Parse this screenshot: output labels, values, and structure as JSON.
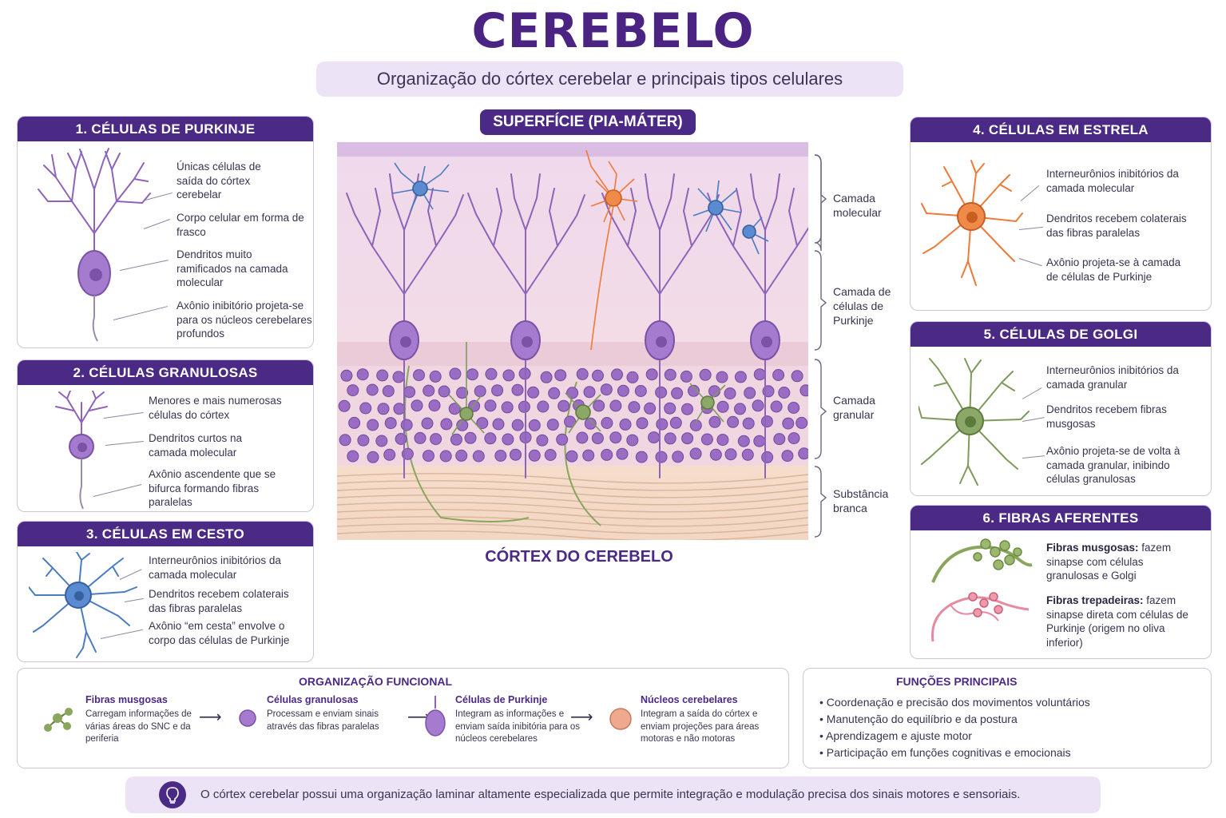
{
  "header": {
    "title": "CEREBELO",
    "subtitle": "Organização do córtex cerebelar e principais tipos celulares"
  },
  "colors": {
    "brand_purple": "#4b2a86",
    "purkinje": "#9a6cc4",
    "granule": "#9a6cc4",
    "basket": "#4a7cc0",
    "stellate": "#ee7a3a",
    "golgi": "#7e9a5c",
    "mossy": "#8aa65c",
    "climbing": "#e58aa0"
  },
  "cards": {
    "purkinje": {
      "title": "1. CÉLULAS DE PURKINJE",
      "notes": [
        "Únicas células de saída do córtex cerebelar",
        "Corpo celular em forma de frasco",
        "Dendritos muito ramificados na camada molecular",
        "Axônio inibitório projeta-se para os núcleos cerebelares profundos"
      ]
    },
    "granular": {
      "title": "2. CÉLULAS GRANULOSAS",
      "notes": [
        "Menores e mais numerosas células do córtex",
        "Dendritos curtos na camada molecular",
        "Axônio ascendente que se bifurca formando fibras paralelas"
      ]
    },
    "basket": {
      "title": "3. CÉLULAS EM CESTO",
      "notes": [
        "Interneurônios inibitórios da camada molecular",
        "Dendritos recebem colaterais das fibras paralelas",
        "Axônio “em cesta” envolve o corpo das células de Purkinje"
      ]
    },
    "stellate": {
      "title": "4. CÉLULAS EM ESTRELA",
      "notes": [
        "Interneurônios inibitórios da camada molecular",
        "Dendritos recebem colaterais das fibras paralelas",
        "Axônio projeta-se à camada de células de Purkinje"
      ]
    },
    "golgi": {
      "title": "5. CÉLULAS DE GOLGI",
      "notes": [
        "Interneurônios inibitórios da camada granular",
        "Dendritos recebem fibras musgosas",
        "Axônio projeta-se de volta à camada granular, inibindo células granulosas"
      ]
    },
    "afferent": {
      "title": "6. FIBRAS AFERENTES",
      "mossy_bold": "Fibras musgosas:",
      "mossy_text": " fazem sinapse com células granulosas e Golgi",
      "climbing_bold": "Fibras trepadeiras:",
      "climbing_text": " fazem sinapse direta com células de Purkinje (origem no oliva inferior)"
    }
  },
  "cortex": {
    "surface_label": "SUPERFÍCIE (PIA-MÁTER)",
    "caption": "CÓRTEX DO CEREBELO",
    "layers": [
      "Camada molecular",
      "Camada de células de Purkinje",
      "Camada granular",
      "Substância branca"
    ]
  },
  "functional_org": {
    "title": "ORGANIZAÇÃO FUNCIONAL",
    "steps": [
      {
        "name": "Fibras musgosas",
        "desc": "Carregam informações de várias áreas do SNC e da periferia"
      },
      {
        "name": "Células granulosas",
        "desc": "Processam e enviam sinais através das fibras paralelas"
      },
      {
        "name": "Células de Purkinje",
        "desc": "Integram as informações e enviam saída inibitória para os núcleos cerebelares"
      },
      {
        "name": "Núcleos cerebelares",
        "desc": "Integram a saída do córtex e enviam projeções para áreas motoras e não motoras"
      }
    ]
  },
  "main_functions": {
    "title": "FUNÇÕES PRINCIPAIS",
    "items": [
      "Coordenação e precisão dos movimentos voluntários",
      "Manutenção do equilíbrio e da postura",
      "Aprendizagem e ajuste motor",
      "Participação em funções cognitivas e emocionais"
    ]
  },
  "footer": {
    "text": "O córtex cerebelar possui uma organização laminar altamente especializada que permite integração e modulação precisa dos sinais motores e sensoriais."
  }
}
